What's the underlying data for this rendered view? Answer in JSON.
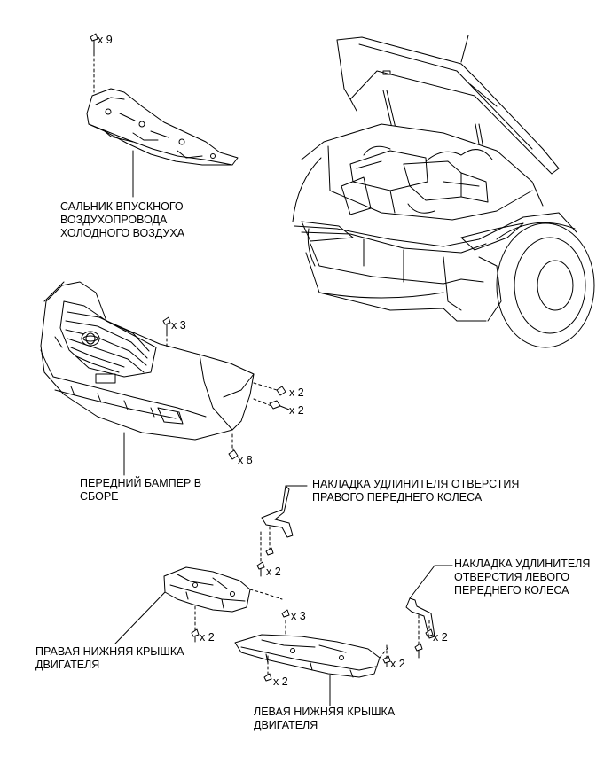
{
  "labels": {
    "air_duct_seal": "САЛЬНИК ВПУСКНОГО\nВОЗДУХОПРОВОДА\nХОЛОДНОГО ВОЗДУХА",
    "front_bumper": "ПЕРЕДНИЙ БАМПЕР В\nСБОРЕ",
    "right_wheel_opening_extension": "НАКЛАДКА УДЛИНИТЕЛЯ ОТВЕРСТИЯ\nПРАВОГО ПЕРЕДНЕГО КОЛЕСА",
    "left_wheel_opening_extension": "НАКЛАДКА УДЛИНИТЕЛЯ\nОТВЕРСТИЯ ЛЕВОГО\nПЕРЕДНЕГО КОЛЕСА",
    "right_engine_under_cover": "ПРАВАЯ НИЖНЯЯ КРЫШКА\nДВИГАТЕЛЯ",
    "left_engine_under_cover": "ЛЕВАЯ НИЖНЯЯ КРЫШКА\nДВИГАТЕЛЯ"
  },
  "quantities": {
    "seal_clips": "x 9",
    "bumper_top_clips": "x 3",
    "bumper_side_screws": "x 2",
    "bumper_side_bolts": "x 2",
    "bumper_bottom_clips": "x 8",
    "right_extension_screws": "x 2",
    "center_clips": "x 3",
    "right_cover_bolts": "x 2",
    "left_extension_screws": "x 2",
    "left_cover_clips": "x 2",
    "left_cover_bolts": "x 2"
  },
  "colors": {
    "line": "#000000",
    "background": "#ffffff"
  }
}
